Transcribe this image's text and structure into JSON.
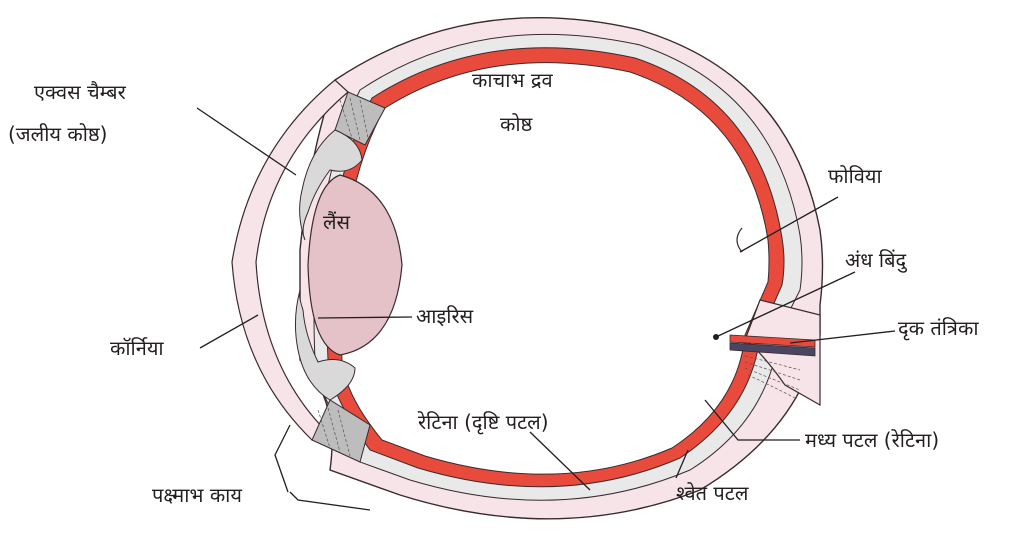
{
  "labels": {
    "aqueous_chamber_line1": "एक्वस चैम्बर",
    "aqueous_chamber_line2": "(जलीय कोष्ठ)",
    "vitreous_line1": "काचाभ द्रव",
    "vitreous_line2": "कोष्ठ",
    "lens": "लैंस",
    "fovea": "फोविया",
    "blind_spot": "अंध बिंदु",
    "optic_nerve": "दृक तंत्रिका",
    "cornea": "कॉर्निया",
    "iris": "आइरिस",
    "retina": "रेटिना (दृष्टि पटल)",
    "choroid": "मध्य पटल (रेटिना)",
    "sclera": "श्वेत पटल",
    "ciliary_body": "पक्ष्माभ काय"
  },
  "colors": {
    "sclera": "#f6e4e8",
    "sclera_stroke": "#3a2a2e",
    "choroid": "#e9e9e9",
    "retina": "#e84b3c",
    "lens": "#e5c1c8",
    "iris": "#d9d9d9",
    "ciliary": "#bdbdbd",
    "optic_nerve_band": "#4a4560",
    "line": "#231f20"
  }
}
